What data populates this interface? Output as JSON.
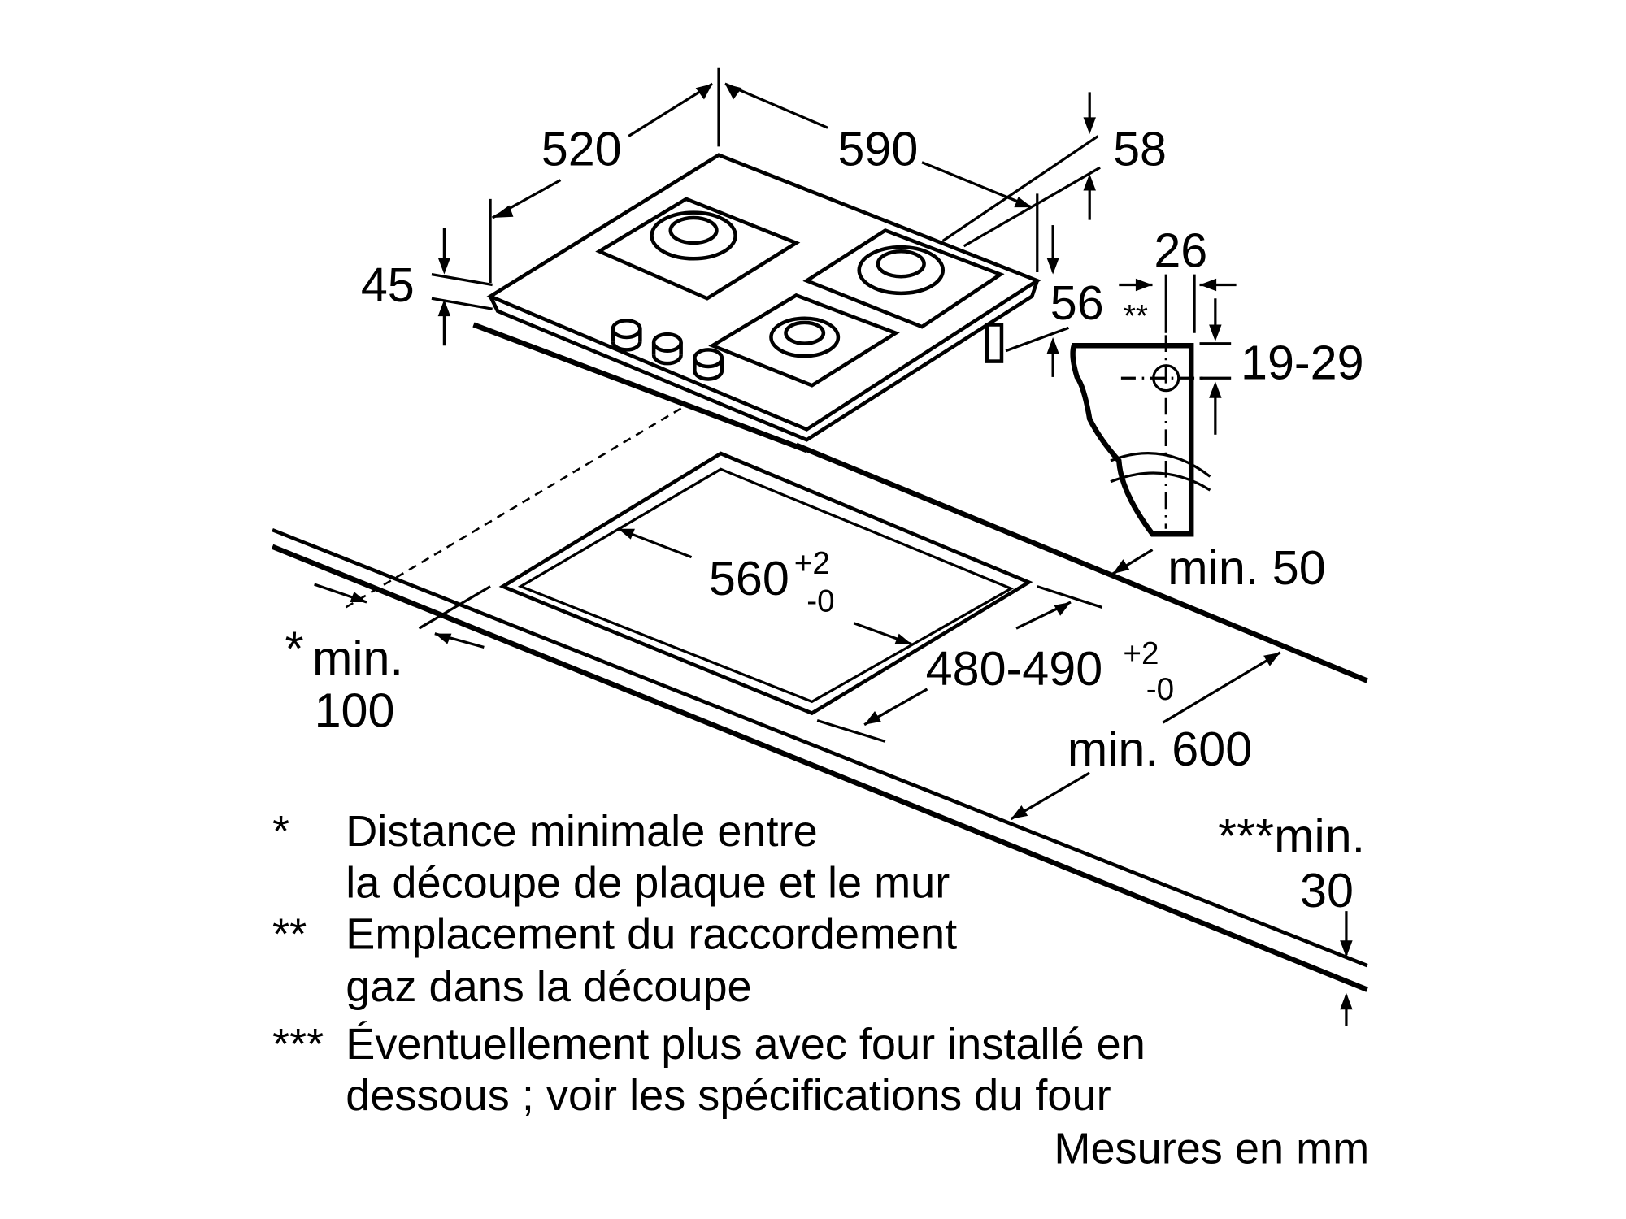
{
  "dimensions": {
    "depth": "520",
    "width": "590",
    "height_rear": "58",
    "height_front": "45",
    "connection_offset": "26",
    "connection_height": "56",
    "connection_marker": "**",
    "connection_range": "19-29",
    "min_back": "min. 50",
    "cutout_width": "560",
    "cutout_width_tol_plus": "+2",
    "cutout_width_tol_minus": "-0",
    "cutout_depth": "480-490",
    "cutout_depth_tol_plus": "+2",
    "cutout_depth_tol_minus": "-0",
    "min_wall_marker": "*",
    "min_wall_label": "min.",
    "min_wall_value": "100",
    "min_counter_depth": "min. 600",
    "min_thickness_label": "***min.",
    "min_thickness_value": "30"
  },
  "notes": [
    {
      "marker": "*",
      "lines": [
        "Distance minimale entre",
        "la découpe de plaque et le mur"
      ]
    },
    {
      "marker": "**",
      "lines": [
        "Emplacement du raccordement",
        "gaz dans la découpe"
      ]
    },
    {
      "marker": "***",
      "lines": [
        "Éventuellement plus avec four installé en",
        "dessous ; voir les spécifications du four"
      ]
    }
  ],
  "units_note": "Mesures en mm"
}
